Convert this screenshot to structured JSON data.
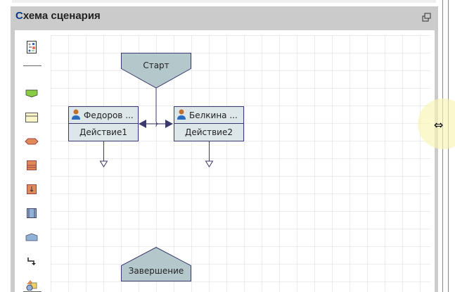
{
  "panel": {
    "title_first": "С",
    "title_rest": "хема сценария"
  },
  "diagram": {
    "start": "Старт",
    "end": "Завершение",
    "actions": [
      {
        "user": "Федоров ...",
        "name": "Действие1"
      },
      {
        "user": "Белкина ...",
        "name": "Действие2"
      }
    ]
  },
  "toolbar": [
    "properties-icon",
    "start-shape-icon",
    "action-shape-icon",
    "decision-shape-icon",
    "stack-shape-icon",
    "subprocess-icon",
    "parallel-icon",
    "end-shape-icon",
    "connector-icon",
    "shapes-icon"
  ],
  "colors": {
    "shape_fill": "#b4c8cc",
    "shape_stroke": "#3a3a6e",
    "box_fill": "#dde6e8"
  }
}
